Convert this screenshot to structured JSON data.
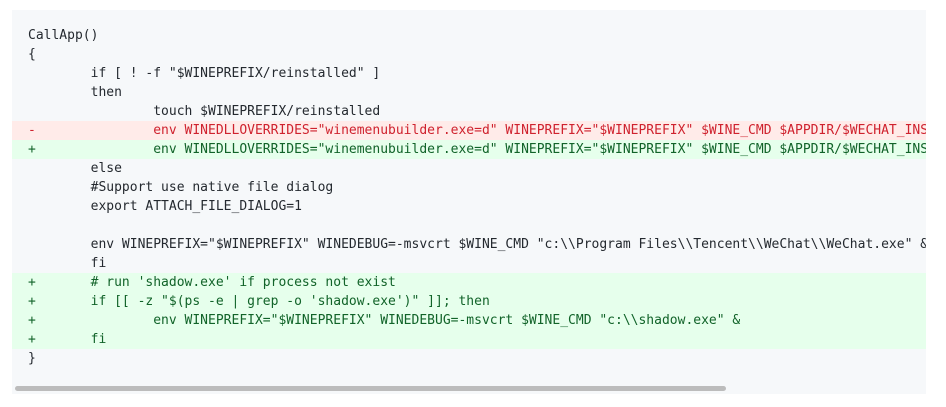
{
  "code": {
    "lines": [
      {
        "type": "ctx",
        "marker": "",
        "text": "CallApp()"
      },
      {
        "type": "ctx",
        "marker": "",
        "text": "{"
      },
      {
        "type": "ctx",
        "marker": "",
        "text": "        if [ ! -f \"$WINEPREFIX/reinstalled\" ]"
      },
      {
        "type": "ctx",
        "marker": "",
        "text": "        then"
      },
      {
        "type": "ctx",
        "marker": "",
        "text": "                touch $WINEPREFIX/reinstalled"
      },
      {
        "type": "del",
        "marker": "-",
        "text": "                env WINEDLLOVERRIDES=\"winemenubuilder.exe=d\" WINEPREFIX=\"$WINEPREFIX\" $WINE_CMD $APPDIR/$WECHAT_INSTALLER"
      },
      {
        "type": "add",
        "marker": "+",
        "text": "                env WINEDLLOVERRIDES=\"winemenubuilder.exe=d\" WINEPREFIX=\"$WINEPREFIX\" $WINE_CMD $APPDIR/$WECHAT_INSTALLER"
      },
      {
        "type": "ctx",
        "marker": "",
        "text": "        else"
      },
      {
        "type": "ctx",
        "marker": "",
        "text": "        #Support use native file dialog"
      },
      {
        "type": "ctx",
        "marker": "",
        "text": "        export ATTACH_FILE_DIALOG=1"
      },
      {
        "type": "ctx",
        "marker": "",
        "text": ""
      },
      {
        "type": "ctx",
        "marker": "",
        "text": "        env WINEPREFIX=\"$WINEPREFIX\" WINEDEBUG=-msvcrt $WINE_CMD \"c:\\\\Program Files\\\\Tencent\\\\WeChat\\\\WeChat.exe\" &"
      },
      {
        "type": "ctx",
        "marker": "",
        "text": "        fi"
      },
      {
        "type": "add",
        "marker": "+",
        "text": "        # run 'shadow.exe' if process not exist"
      },
      {
        "type": "add",
        "marker": "+",
        "text": "        if [[ -z \"$(ps -e | grep -o 'shadow.exe')\" ]]; then"
      },
      {
        "type": "add",
        "marker": "+",
        "text": "                env WINEPREFIX=\"$WINEPREFIX\" WINEDEBUG=-msvcrt $WINE_CMD \"c:\\\\shadow.exe\" &"
      },
      {
        "type": "add",
        "marker": "+",
        "text": "        fi"
      },
      {
        "type": "ctx",
        "marker": "",
        "text": "}"
      }
    ]
  },
  "scroll": {
    "horizontal_position_fraction": 0.0,
    "visible_fraction": 0.78
  },
  "colors": {
    "panel_bg": "#f6f8fa",
    "deletion_bg": "#ffebe9",
    "deletion_fg": "#cf222e",
    "addition_bg": "#e6ffec",
    "addition_fg": "#116329",
    "scroll_thumb": "#bcbcbc"
  }
}
